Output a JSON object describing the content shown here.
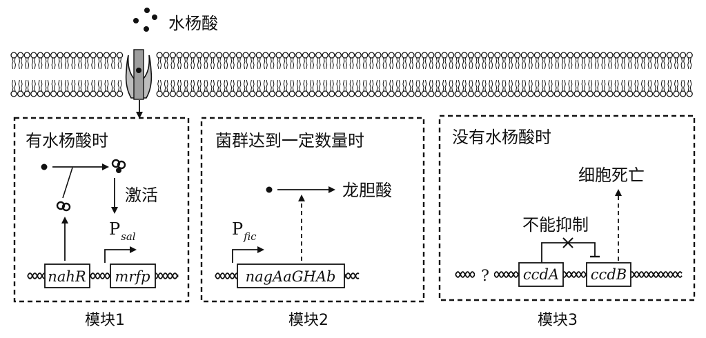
{
  "membrane": {
    "substance": "水杨酸"
  },
  "modules": [
    {
      "caption": "模块1",
      "title": "有水杨酸时",
      "genes": [
        "nahR",
        "mrfp"
      ],
      "promoter": {
        "main": "P",
        "sub": "sal"
      },
      "label": "激活"
    },
    {
      "caption": "模块2",
      "title": "菌群达到一定数量时",
      "genes": [
        "nagAaGHAb"
      ],
      "promoter": {
        "main": "P",
        "sub": "fic"
      },
      "label": "龙胆酸"
    },
    {
      "caption": "模块3",
      "title": "没有水杨酸时",
      "genes": [
        "ccdA",
        "ccdB"
      ],
      "marker": "?",
      "label_inhibit": "不能抑制",
      "label_result": "细胞死亡"
    }
  ]
}
